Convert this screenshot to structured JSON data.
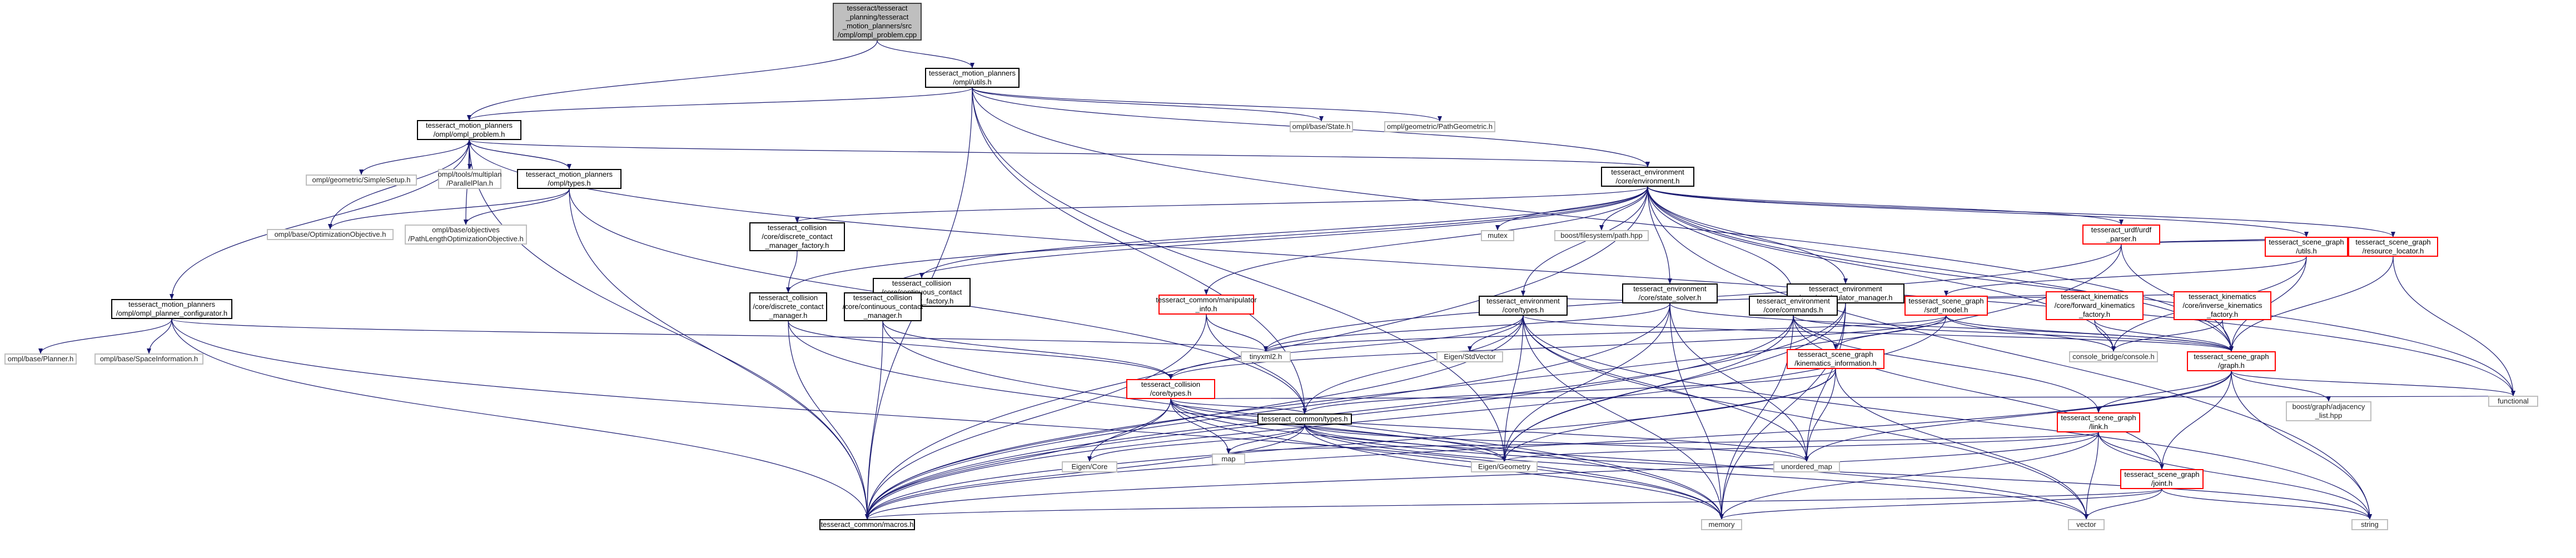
{
  "nodes": [
    {
      "id": "root",
      "label": "tesseract/tesseract\n_planning/tesseract\n_motion_planners/src\n/ompl/ompl_problem.cpp",
      "kind": "root"
    },
    {
      "id": "utils",
      "label": "tesseract_motion_planners\n/ompl/utils.h",
      "kind": "internal"
    },
    {
      "id": "ompl_problem",
      "label": "tesseract_motion_planners\n/ompl/ompl_problem.h",
      "kind": "internal"
    },
    {
      "id": "ompl_types",
      "label": "tesseract_motion_planners\n/ompl/types.h",
      "kind": "internal"
    },
    {
      "id": "simple_setup",
      "label": "ompl/geometric/SimpleSetup.h",
      "kind": "external"
    },
    {
      "id": "parallel_plan",
      "label": "ompl/tools/multiplan\n/ParallelPlan.h",
      "kind": "external"
    },
    {
      "id": "opt_objective",
      "label": "ompl/base/OptimizationObjective.h",
      "kind": "external"
    },
    {
      "id": "pathlength_obj",
      "label": "ompl/base/objectives\n/PathLengthOptimizationObjective.h",
      "kind": "external"
    },
    {
      "id": "ompl_state",
      "label": "ompl/base/State.h",
      "kind": "external"
    },
    {
      "id": "path_geometric",
      "label": "ompl/geometric/PathGeometric.h",
      "kind": "external"
    },
    {
      "id": "environment",
      "label": "tesseract_environment\n/core/environment.h",
      "kind": "internal"
    },
    {
      "id": "planner_configurator",
      "label": "tesseract_motion_planners\n/ompl/ompl_planner_configurator.h",
      "kind": "internal"
    },
    {
      "id": "ompl_planner",
      "label": "ompl/base/Planner.h",
      "kind": "external"
    },
    {
      "id": "space_information",
      "label": "ompl/base/SpaceInformation.h",
      "kind": "external"
    },
    {
      "id": "mutex",
      "label": "mutex",
      "kind": "external"
    },
    {
      "id": "boost_path",
      "label": "boost/filesystem/path.hpp",
      "kind": "external"
    },
    {
      "id": "discrete_factory",
      "label": "tesseract_collision\n/core/discrete_contact\n_manager_factory.h",
      "kind": "internal"
    },
    {
      "id": "continuous_factory",
      "label": "tesseract_collision\n/core/continuous_contact\n_manager_factory.h",
      "kind": "internal"
    },
    {
      "id": "discrete_manager",
      "label": "tesseract_collision\n/core/discrete_contact\n_manager.h",
      "kind": "internal"
    },
    {
      "id": "continuous_manager",
      "label": "tesseract_collision\n/core/continuous_contact\n_manager.h",
      "kind": "internal"
    },
    {
      "id": "manipulator_info",
      "label": "tesseract_common/manipulator\n_info.h",
      "kind": "red"
    },
    {
      "id": "state_solver",
      "label": "tesseract_environment\n/core/state_solver.h",
      "kind": "internal"
    },
    {
      "id": "env_types",
      "label": "tesseract_environment\n/core/types.h",
      "kind": "internal"
    },
    {
      "id": "manipulator_manager",
      "label": "tesseract_environment\n/core/manipulator_manager.h",
      "kind": "internal"
    },
    {
      "id": "commands",
      "label": "tesseract_environment\n/core/commands.h",
      "kind": "internal"
    },
    {
      "id": "urdf_parser",
      "label": "tesseract_urdf/urdf\n_parser.h",
      "kind": "red"
    },
    {
      "id": "sg_utils",
      "label": "tesseract_scene_graph\n/utils.h",
      "kind": "red"
    },
    {
      "id": "resource_locator",
      "label": "tesseract_scene_graph\n/resource_locator.h",
      "kind": "red"
    },
    {
      "id": "srdf_model",
      "label": "tesseract_scene_graph\n/srdf_model.h",
      "kind": "red"
    },
    {
      "id": "forward_kin",
      "label": "tesseract_kinematics\n/core/forward_kinematics\n_factory.h",
      "kind": "red"
    },
    {
      "id": "inverse_kin",
      "label": "tesseract_kinematics\n/core/inverse_kinematics\n_factory.h",
      "kind": "red"
    },
    {
      "id": "eigen_stdvector",
      "label": "Eigen/StdVector",
      "kind": "external"
    },
    {
      "id": "tinyxml2",
      "label": "tinyxml2.h",
      "kind": "external"
    },
    {
      "id": "console",
      "label": "console_bridge/console.h",
      "kind": "external"
    },
    {
      "id": "kin_info",
      "label": "tesseract_scene_graph\n/kinematics_information.h",
      "kind": "red"
    },
    {
      "id": "graph",
      "label": "tesseract_scene_graph\n/graph.h",
      "kind": "red"
    },
    {
      "id": "collision_types",
      "label": "tesseract_collision\n/core/types.h",
      "kind": "red"
    },
    {
      "id": "functional",
      "label": "functional",
      "kind": "external"
    },
    {
      "id": "common_types",
      "label": "tesseract_common/types.h",
      "kind": "internal"
    },
    {
      "id": "adjacency",
      "label": "boost/graph/adjacency\n_list.hpp",
      "kind": "external"
    },
    {
      "id": "link",
      "label": "tesseract_scene_graph\n/link.h",
      "kind": "red"
    },
    {
      "id": "map",
      "label": "map",
      "kind": "external"
    },
    {
      "id": "eigen_core",
      "label": "Eigen/Core",
      "kind": "external"
    },
    {
      "id": "eigen_geometry",
      "label": "Eigen/Geometry",
      "kind": "external"
    },
    {
      "id": "unordered_map",
      "label": "unordered_map",
      "kind": "external"
    },
    {
      "id": "joint",
      "label": "tesseract_scene_graph\n/joint.h",
      "kind": "red"
    },
    {
      "id": "macros",
      "label": "tesseract_common/macros.h",
      "kind": "internal"
    },
    {
      "id": "memory",
      "label": "memory",
      "kind": "external"
    },
    {
      "id": "vector",
      "label": "vector",
      "kind": "external"
    },
    {
      "id": "string",
      "label": "string",
      "kind": "external"
    }
  ],
  "edges": [
    [
      "root",
      "utils"
    ],
    [
      "root",
      "ompl_problem"
    ],
    [
      "utils",
      "ompl_problem"
    ],
    [
      "utils",
      "ompl_state"
    ],
    [
      "utils",
      "path_geometric"
    ],
    [
      "utils",
      "environment"
    ],
    [
      "utils",
      "macros"
    ],
    [
      "utils",
      "eigen_geometry"
    ],
    [
      "utils",
      "graph"
    ],
    [
      "utils",
      "common_types"
    ],
    [
      "ompl_problem",
      "ompl_types"
    ],
    [
      "ompl_problem",
      "simple_setup"
    ],
    [
      "ompl_problem",
      "parallel_plan"
    ],
    [
      "ompl_problem",
      "opt_objective"
    ],
    [
      "ompl_problem",
      "pathlength_obj"
    ],
    [
      "ompl_problem",
      "environment"
    ],
    [
      "ompl_problem",
      "planner_configurator"
    ],
    [
      "ompl_problem",
      "macros"
    ],
    [
      "ompl_problem",
      "functional"
    ],
    [
      "ompl_types",
      "ompl_problem"
    ],
    [
      "ompl_types",
      "opt_objective"
    ],
    [
      "ompl_types",
      "pathlength_obj"
    ],
    [
      "ompl_types",
      "common_types"
    ],
    [
      "ompl_types",
      "macros"
    ],
    [
      "planner_configurator",
      "ompl_planner"
    ],
    [
      "planner_configurator",
      "space_information"
    ],
    [
      "planner_configurator",
      "tinyxml2"
    ],
    [
      "planner_configurator",
      "memory"
    ],
    [
      "planner_configurator",
      "macros"
    ],
    [
      "environment",
      "mutex"
    ],
    [
      "environment",
      "boost_path"
    ],
    [
      "environment",
      "discrete_factory"
    ],
    [
      "environment",
      "continuous_factory"
    ],
    [
      "environment",
      "discrete_manager"
    ],
    [
      "environment",
      "continuous_manager"
    ],
    [
      "environment",
      "manipulator_info"
    ],
    [
      "environment",
      "state_solver"
    ],
    [
      "environment",
      "env_types"
    ],
    [
      "environment",
      "manipulator_manager"
    ],
    [
      "environment",
      "commands"
    ],
    [
      "environment",
      "urdf_parser"
    ],
    [
      "environment",
      "sg_utils"
    ],
    [
      "environment",
      "resource_locator"
    ],
    [
      "environment",
      "macros"
    ],
    [
      "environment",
      "functional"
    ],
    [
      "environment",
      "string"
    ],
    [
      "environment",
      "console"
    ],
    [
      "environment",
      "graph"
    ],
    [
      "discrete_factory",
      "discrete_manager"
    ],
    [
      "continuous_factory",
      "continuous_manager"
    ],
    [
      "discrete_manager",
      "collision_types"
    ],
    [
      "discrete_manager",
      "macros"
    ],
    [
      "discrete_manager",
      "memory"
    ],
    [
      "continuous_manager",
      "collision_types"
    ],
    [
      "continuous_manager",
      "macros"
    ],
    [
      "continuous_manager",
      "memory"
    ],
    [
      "manipulator_info",
      "tinyxml2"
    ],
    [
      "manipulator_info",
      "macros"
    ],
    [
      "manipulator_info",
      "common_types"
    ],
    [
      "state_solver",
      "env_types"
    ],
    [
      "state_solver",
      "commands"
    ],
    [
      "state_solver",
      "eigen_geometry"
    ],
    [
      "state_solver",
      "macros"
    ],
    [
      "state_solver",
      "memory"
    ],
    [
      "state_solver",
      "unordered_map"
    ],
    [
      "state_solver",
      "tinyxml2"
    ],
    [
      "state_solver",
      "graph"
    ],
    [
      "env_types",
      "eigen_stdvector"
    ],
    [
      "env_types",
      "eigen_geometry"
    ],
    [
      "env_types",
      "collision_types"
    ],
    [
      "env_types",
      "common_types"
    ],
    [
      "env_types",
      "unordered_map"
    ],
    [
      "env_types",
      "macros"
    ],
    [
      "env_types",
      "memory"
    ],
    [
      "env_types",
      "vector"
    ],
    [
      "env_types",
      "graph"
    ],
    [
      "env_types",
      "string"
    ],
    [
      "manipulator_manager",
      "commands"
    ],
    [
      "manipulator_manager",
      "srdf_model"
    ],
    [
      "manipulator_manager",
      "forward_kin"
    ],
    [
      "manipulator_manager",
      "inverse_kin"
    ],
    [
      "manipulator_manager",
      "macros"
    ],
    [
      "manipulator_manager",
      "memory"
    ],
    [
      "manipulator_manager",
      "unordered_map"
    ],
    [
      "manipulator_manager",
      "eigen_geometry"
    ],
    [
      "commands",
      "kin_info"
    ],
    [
      "commands",
      "graph"
    ],
    [
      "commands",
      "macros"
    ],
    [
      "commands",
      "memory"
    ],
    [
      "commands",
      "eigen_geometry"
    ],
    [
      "commands",
      "link"
    ],
    [
      "commands",
      "joint"
    ],
    [
      "urdf_parser",
      "graph"
    ],
    [
      "urdf_parser",
      "resource_locator"
    ],
    [
      "urdf_parser",
      "sg_utils"
    ],
    [
      "urdf_parser",
      "tinyxml2"
    ],
    [
      "urdf_parser",
      "macros"
    ],
    [
      "sg_utils",
      "graph"
    ],
    [
      "sg_utils",
      "srdf_model"
    ],
    [
      "sg_utils",
      "console"
    ],
    [
      "resource_locator",
      "graph"
    ],
    [
      "resource_locator",
      "functional"
    ],
    [
      "srdf_model",
      "kin_info"
    ],
    [
      "srdf_model",
      "graph"
    ],
    [
      "srdf_model",
      "tinyxml2"
    ],
    [
      "srdf_model",
      "console"
    ],
    [
      "srdf_model",
      "macros"
    ],
    [
      "srdf_model",
      "collision_types"
    ],
    [
      "forward_kin",
      "graph"
    ],
    [
      "forward_kin",
      "console"
    ],
    [
      "inverse_kin",
      "graph"
    ],
    [
      "inverse_kin",
      "console"
    ],
    [
      "kin_info",
      "eigen_geometry"
    ],
    [
      "kin_info",
      "unordered_map"
    ],
    [
      "kin_info",
      "macros"
    ],
    [
      "kin_info",
      "vector"
    ],
    [
      "kin_info",
      "common_types"
    ],
    [
      "graph",
      "link"
    ],
    [
      "graph",
      "joint"
    ],
    [
      "graph",
      "adjacency"
    ],
    [
      "graph",
      "macros"
    ],
    [
      "graph",
      "unordered_map"
    ],
    [
      "graph",
      "string"
    ],
    [
      "graph",
      "functional"
    ],
    [
      "collision_types",
      "eigen_core"
    ],
    [
      "collision_types",
      "eigen_geometry"
    ],
    [
      "collision_types",
      "common_types"
    ],
    [
      "collision_types",
      "map"
    ],
    [
      "collision_types",
      "macros"
    ],
    [
      "collision_types",
      "memory"
    ],
    [
      "collision_types",
      "vector"
    ],
    [
      "collision_types",
      "unordered_map"
    ],
    [
      "collision_types",
      "functional"
    ],
    [
      "common_types",
      "eigen_core"
    ],
    [
      "common_types",
      "eigen_geometry"
    ],
    [
      "common_types",
      "map"
    ],
    [
      "common_types",
      "unordered_map"
    ],
    [
      "common_types",
      "macros"
    ],
    [
      "common_types",
      "memory"
    ],
    [
      "common_types",
      "vector"
    ],
    [
      "common_types",
      "string"
    ],
    [
      "link",
      "joint"
    ],
    [
      "link",
      "macros"
    ],
    [
      "link",
      "memory"
    ],
    [
      "link",
      "vector"
    ],
    [
      "link",
      "string"
    ],
    [
      "link",
      "eigen_geometry"
    ],
    [
      "link",
      "map"
    ],
    [
      "joint",
      "macros"
    ],
    [
      "joint",
      "memory"
    ],
    [
      "joint",
      "vector"
    ],
    [
      "joint",
      "string"
    ]
  ]
}
